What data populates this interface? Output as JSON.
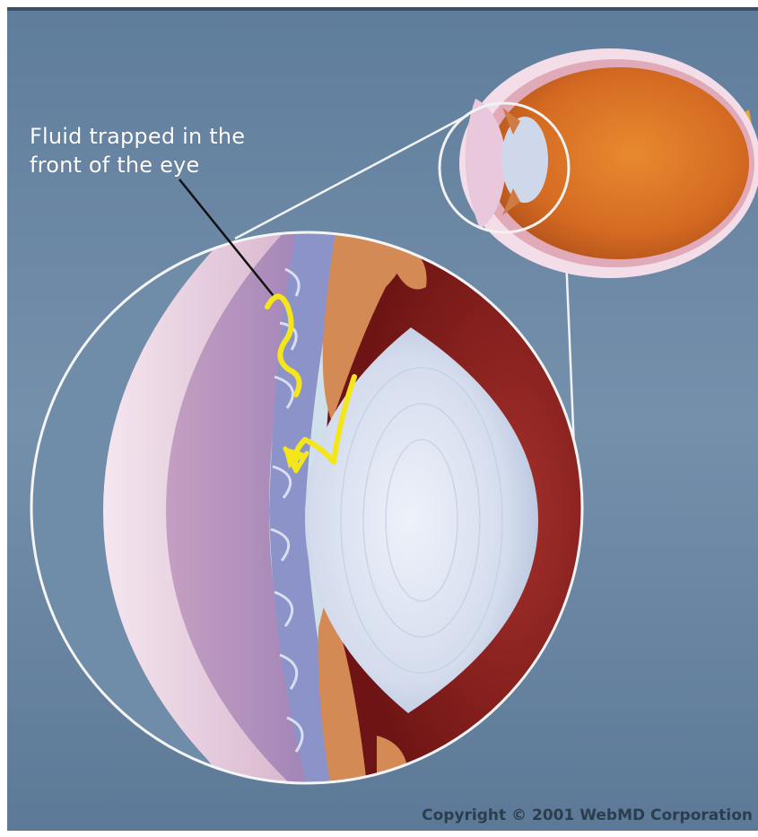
{
  "figure": {
    "callout_lines": [
      "Fluid trapped in the",
      "front of the eye"
    ],
    "copyright": "Copyright © 2001 WebMD Corporation"
  },
  "colors": {
    "background": "#6d8aa6",
    "sclera": "#e9cfe0",
    "iris": "#d7884f",
    "lens": "#d6deee",
    "inner_eye": "#8a1e1e",
    "fluid_arrow": "#f5e61b"
  },
  "icons": [
    "eyeball-illustration",
    "magnified-eye-section",
    "pointer-line",
    "fluid-flow-arrow"
  ]
}
